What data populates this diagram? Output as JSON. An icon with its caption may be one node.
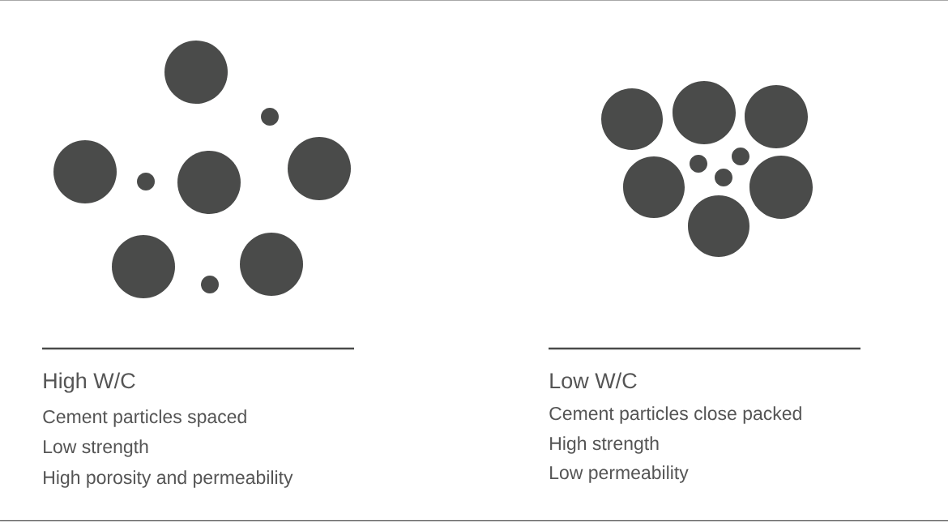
{
  "diagram": {
    "labels": [
      "High W/C",
      "Cement particles spaced",
      "Low strength",
      "High porosity and permeability",
      "Low W/C",
      "Cement particles close packed",
      "High strength",
      "Low permeability"
    ]
  }
}
